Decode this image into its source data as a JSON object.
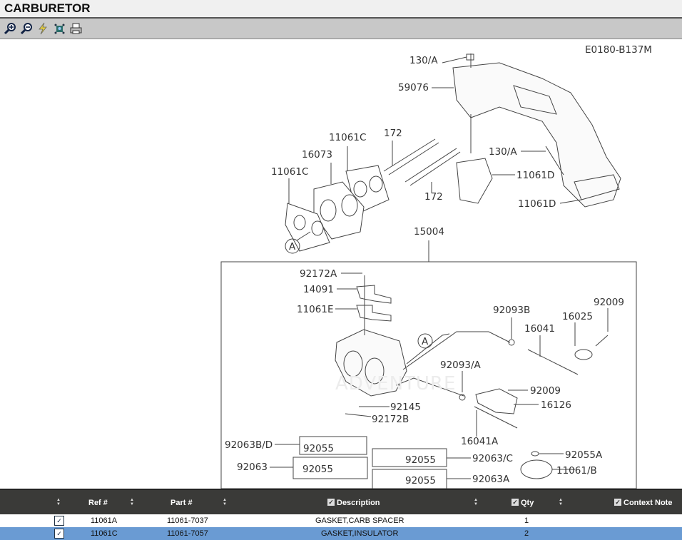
{
  "title": "CARBURETOR",
  "toolbar": {
    "icons": [
      "zoom-in-icon",
      "zoom-out-icon",
      "lightning-icon",
      "bug-icon",
      "print-icon"
    ]
  },
  "diagram": {
    "labels": [
      "E0180-B137M",
      "130/A",
      "59076",
      "11061C",
      "172",
      "16073",
      "11061C",
      "130/A",
      "11061D",
      "172",
      "11061D",
      "15004",
      "A",
      "92172A",
      "14091",
      "11061E",
      "92093B",
      "92009",
      "16025",
      "16041",
      "A",
      "92093/A",
      "92009",
      "92145",
      "16126",
      "92172B",
      "16041A",
      "92063B/D",
      "92055",
      "92055",
      "92063/C",
      "92055A",
      "92063",
      "92055",
      "11061/B",
      "92055",
      "92063A"
    ],
    "watermark": "ADVENTURE"
  },
  "table": {
    "headers": {
      "ref": "Ref #",
      "part": "Part #",
      "description": "Description",
      "qty": "Qty",
      "context_note": "Context Note"
    },
    "rows": [
      {
        "ref": "11061A",
        "part": "11061-7037",
        "description": "GASKET,CARB SPACER",
        "qty": "1",
        "selected": false
      },
      {
        "ref": "11061C",
        "part": "11061-7057",
        "description": "GASKET,INSULATOR",
        "qty": "2",
        "selected": true
      }
    ]
  },
  "colors": {
    "selected_row": "#6a9bd3",
    "header_bg": "#3a3a38"
  }
}
